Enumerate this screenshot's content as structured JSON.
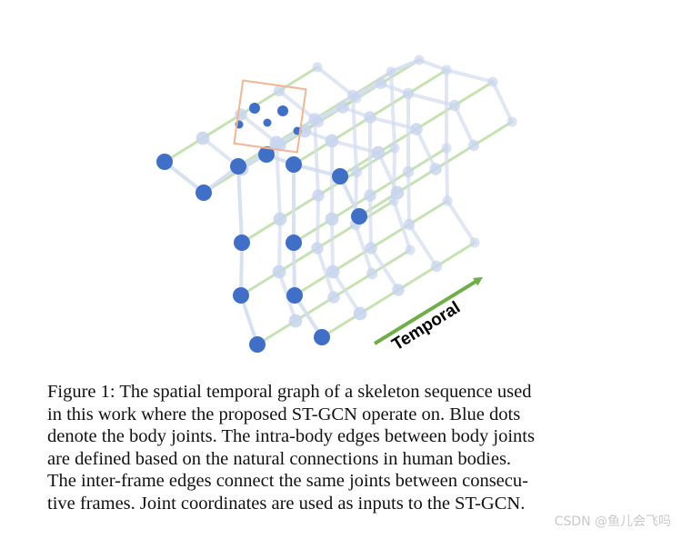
{
  "diagram": {
    "arrow_label": "Temporal",
    "colors": {
      "joint": "#3f6fc6",
      "joint_faded": "#c7d4ee",
      "bone": "#d4deef",
      "temporal_edge": "#b9dca0",
      "arrow": "#6fae48",
      "highlight_box": "#f2b694"
    }
  },
  "caption": {
    "lines": [
      "Figure 1: The spatial temporal graph of a skeleton sequence used",
      "in this work where the proposed ST-GCN operate on. Blue dots",
      "denote the body joints. The intra-body edges between body joints",
      "are defined based on the natural connections in human bodies.",
      "The inter-frame edges connect the same joints between consecu-",
      "tive frames. Joint coordinates are used as inputs to the ST-GCN."
    ]
  },
  "watermark": "CSDN @鱼儿会飞吗"
}
